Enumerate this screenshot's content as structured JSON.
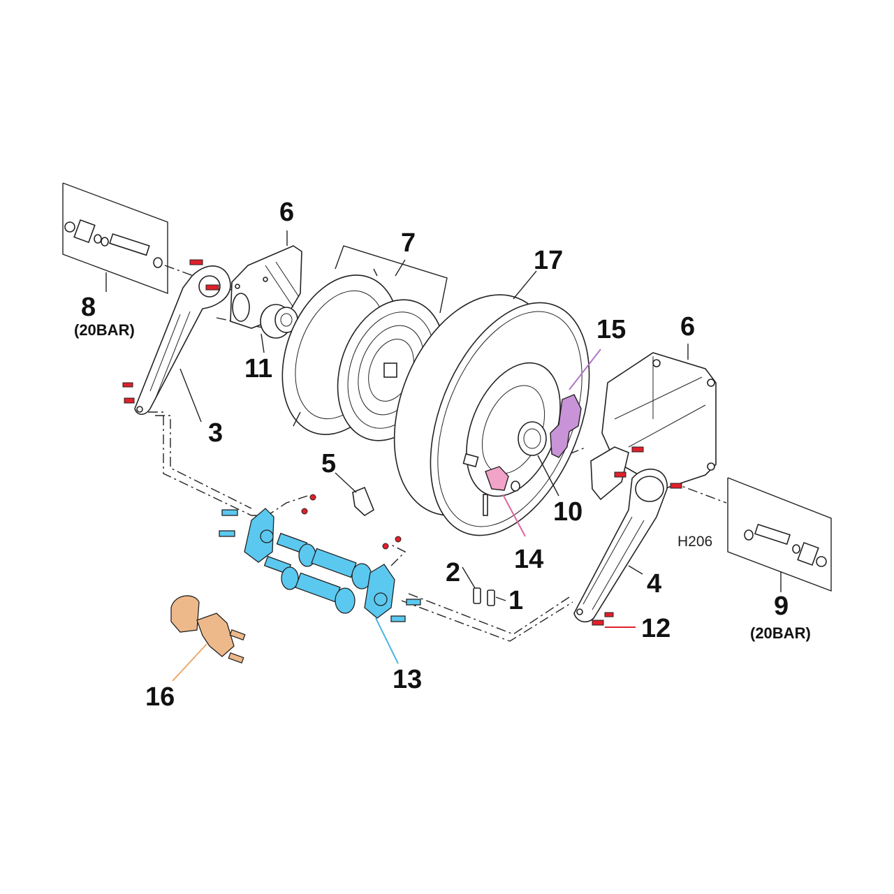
{
  "figure_code": "H206",
  "accent_colors": {
    "screws": "#e0202a",
    "shafts": "#5bc8ef",
    "brake": "#c993d8",
    "pawl": "#f2a3c8",
    "clamp": "#eeb98a"
  },
  "callouts": [
    {
      "id": "c1",
      "number": "1"
    },
    {
      "id": "c2",
      "number": "2"
    },
    {
      "id": "c3",
      "number": "3"
    },
    {
      "id": "c4",
      "number": "4"
    },
    {
      "id": "c5",
      "number": "5"
    },
    {
      "id": "c6a",
      "number": "6"
    },
    {
      "id": "c6b",
      "number": "6"
    },
    {
      "id": "c7",
      "number": "7"
    },
    {
      "id": "c8",
      "number": "8",
      "note": "(20BAR)"
    },
    {
      "id": "c9",
      "number": "9",
      "note": "(20BAR)"
    },
    {
      "id": "c10",
      "number": "10"
    },
    {
      "id": "c11",
      "number": "11"
    },
    {
      "id": "c12",
      "number": "12"
    },
    {
      "id": "c13",
      "number": "13"
    },
    {
      "id": "c14",
      "number": "14"
    },
    {
      "id": "c15",
      "number": "15"
    },
    {
      "id": "c16",
      "number": "16"
    },
    {
      "id": "c17",
      "number": "17"
    }
  ]
}
